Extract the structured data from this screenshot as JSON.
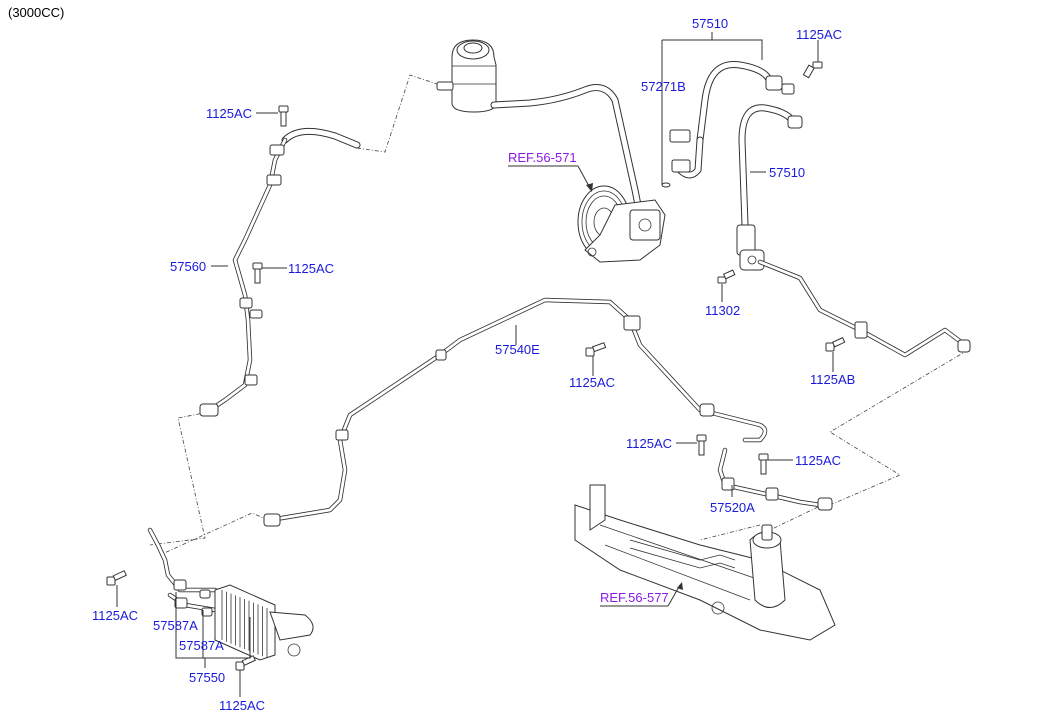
{
  "header": {
    "engine_variant": "(3000CC)"
  },
  "callouts": {
    "c1": "1125AC",
    "c2": "57560",
    "c3": "1125AC",
    "c4": "57510",
    "c5": "1125AC",
    "c6": "57271B",
    "c7": "57510",
    "c8": "11302",
    "c9": "1125AB",
    "c10": "57540E",
    "c11": "1125AC",
    "c12": "1125AC",
    "c13": "1125AC",
    "c14": "57520A",
    "c15": "1125AC",
    "c16": "57587A",
    "c17": "57587A",
    "c18": "57550",
    "c19": "1125AC"
  },
  "references": {
    "oil_pump": "REF.56-571",
    "steering_gear": "REF.56-577"
  },
  "colors": {
    "part_number": "#1a1adc",
    "reference": "#8a1ae6",
    "line_art": "#333333"
  }
}
